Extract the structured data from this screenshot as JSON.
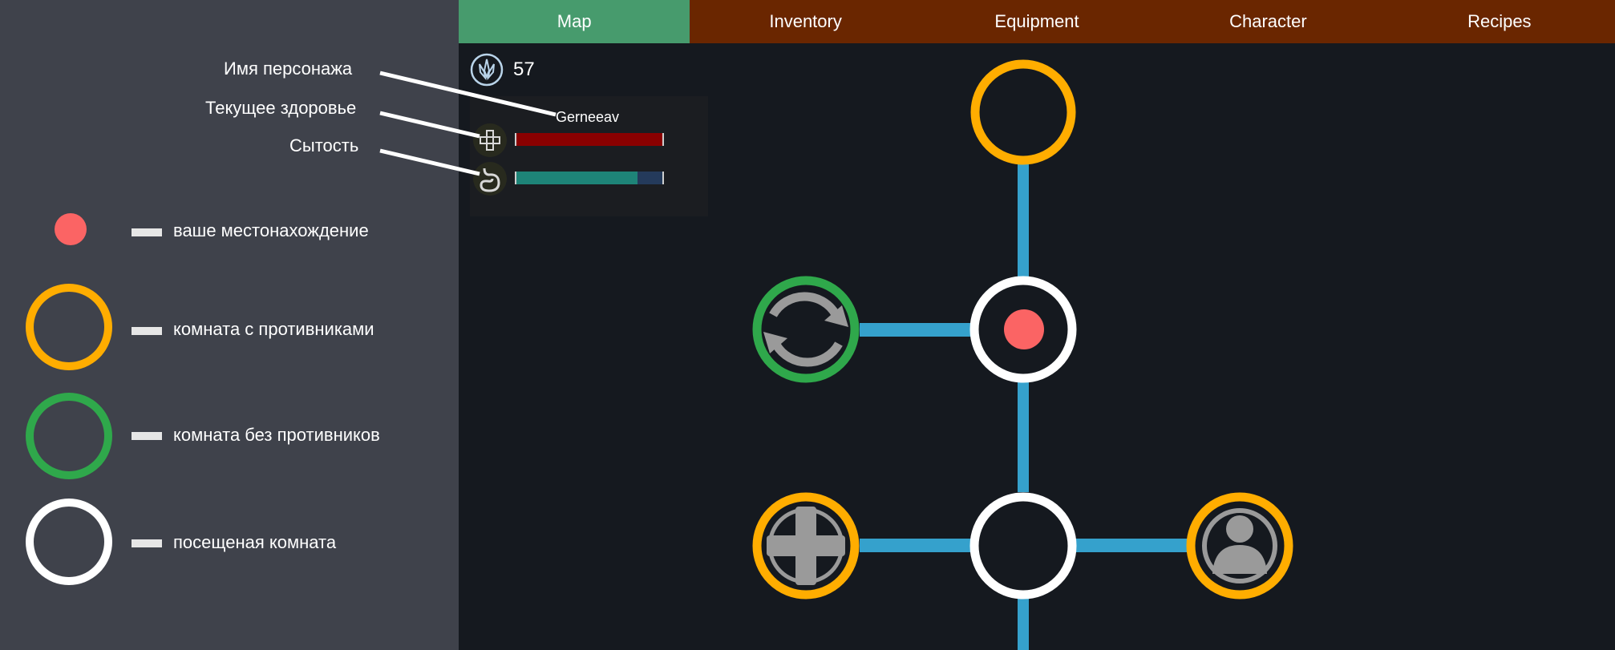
{
  "nav": {
    "tabs": [
      {
        "label": "Map"
      },
      {
        "label": "Inventory"
      },
      {
        "label": "Equipment"
      },
      {
        "label": "Character"
      },
      {
        "label": "Recipes"
      }
    ],
    "active_tab": "Map"
  },
  "hud": {
    "currency_value": "57",
    "character_name": "Gerneeav",
    "health_fill": 1.0,
    "satiety_fill": 0.83
  },
  "annotations": {
    "name": "Имя персонажа",
    "health": "Текущее здоровье",
    "satiety": "Сытость"
  },
  "legend": {
    "current_location": "ваше местонахождение",
    "enemy_room": "комната с противниками",
    "empty_room": "комната без противников",
    "visited_room": "посещеная комната"
  },
  "map": {
    "rooms": [
      {
        "type": "enemy",
        "icon": "none"
      },
      {
        "type": "empty",
        "icon": "refresh-icon"
      },
      {
        "type": "visited",
        "icon": "current-location-dot"
      },
      {
        "type": "enemy",
        "icon": "health-cross-icon"
      },
      {
        "type": "visited",
        "icon": "none"
      },
      {
        "type": "enemy",
        "icon": "npc-avatar-icon"
      }
    ]
  },
  "colors": {
    "enemy": "#ffad00",
    "empty": "#2fa84b",
    "visited": "#ffffff",
    "corridor": "#35a1cc",
    "location": "#fb6464",
    "active_tab": "#479b6d",
    "nav": "#6a2600",
    "health_bar": "#8a0000",
    "satiety_bar": "#1e8478",
    "legend_bg": "#3f424b",
    "map_bg": "#15191f"
  }
}
